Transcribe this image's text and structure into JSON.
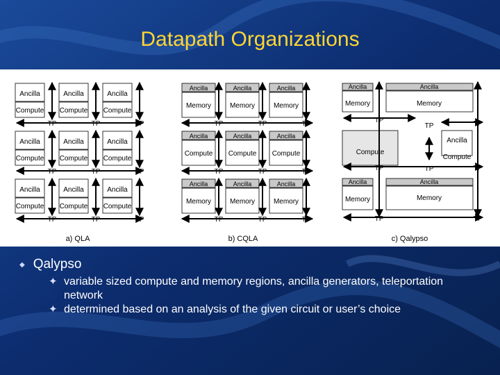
{
  "slide": {
    "title": "Datapath Organizations",
    "bullet": "Qalypso",
    "subbullets": [
      "variable sized compute and memory regions, ancilla generators, teleportation network",
      "determined based on an analysis of the given circuit or user’s choice"
    ]
  },
  "figure": {
    "labels": {
      "ancilla": "Ancilla",
      "compute": "Compute",
      "memory": "Memory",
      "tp": "TP"
    },
    "captions": [
      "a) QLA",
      "b) CQLA",
      "c) Qalypso"
    ]
  },
  "colors": {
    "title": "#ffd633",
    "background": "#0b2a63",
    "cellFill": "#c9c9c9",
    "figureBg": "#ffffff"
  }
}
